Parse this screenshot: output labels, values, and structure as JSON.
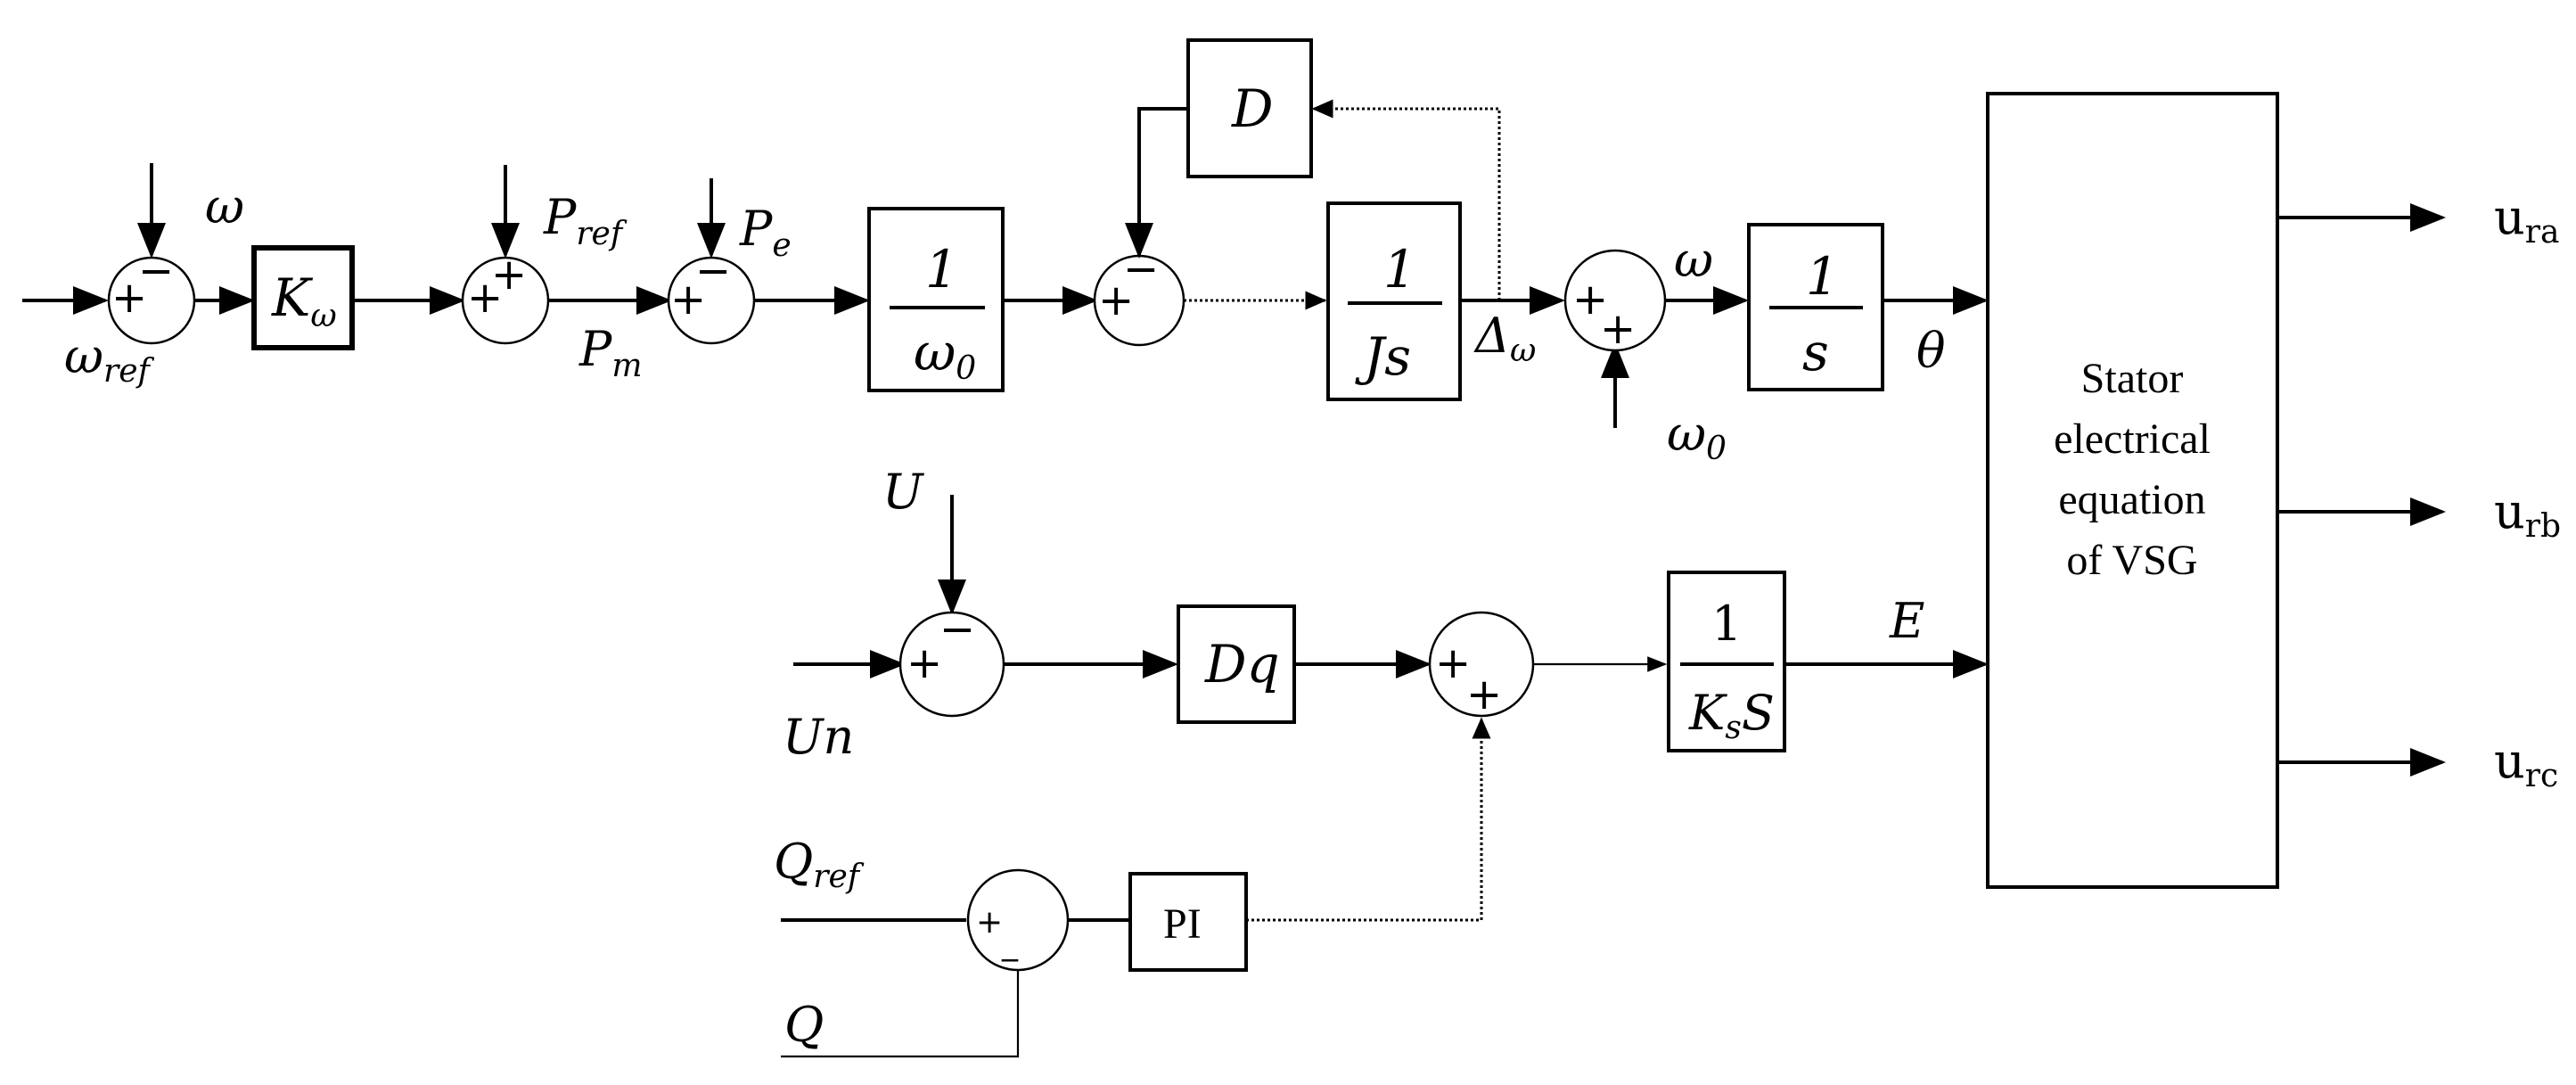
{
  "blocks": {
    "k_omega": {
      "main": "K",
      "sub": "ω"
    },
    "inv_omega0": {
      "num": "1",
      "den_main": "ω",
      "den_sub": "0"
    },
    "d_block": "D",
    "inv_js": {
      "num": "1",
      "den": "Js"
    },
    "inv_s": {
      "num": "1",
      "den": "s"
    },
    "dq_block": "Dq",
    "inv_ks": {
      "num": "1",
      "den_main": "K",
      "den_sub": "s",
      "den_tail": "S"
    },
    "pi_block": "PI",
    "stator": [
      "Stator",
      "electrical",
      "equation",
      "of VSG"
    ]
  },
  "signals": {
    "omega_ref": {
      "main": "ω",
      "sub": "ref"
    },
    "omega_fb": "ω",
    "p_ref": {
      "main": "P",
      "sub": "ref"
    },
    "p_e": {
      "main": "P",
      "sub": "e"
    },
    "p_m": {
      "main": "P",
      "sub": "m"
    },
    "delta_omega": {
      "main": "Δ",
      "sub": "ω"
    },
    "omega_out": "ω",
    "omega0": {
      "main": "ω",
      "sub": "0"
    },
    "theta": "θ",
    "u": "U",
    "un": "Un",
    "e": "E",
    "q_ref": {
      "main": "Q",
      "sub": "ref"
    },
    "q": "Q"
  },
  "outputs": [
    {
      "main": "u",
      "sub": "ra"
    },
    {
      "main": "u",
      "sub": "rb"
    },
    {
      "main": "u",
      "sub": "rc"
    }
  ],
  "signs": {
    "s1_top": "−",
    "s1_left": "+",
    "s2_top": "+",
    "s2_left": "+",
    "s3_top": "−",
    "s3_left": "+",
    "s4_top": "−",
    "s4_left": "+",
    "s5_left": "+",
    "s5_bottom": "+",
    "s6_top": "−",
    "s6_left": "+",
    "s7_left": "+",
    "s7_bottom": "+",
    "s8_left": "+",
    "s8_bottom": "_"
  }
}
